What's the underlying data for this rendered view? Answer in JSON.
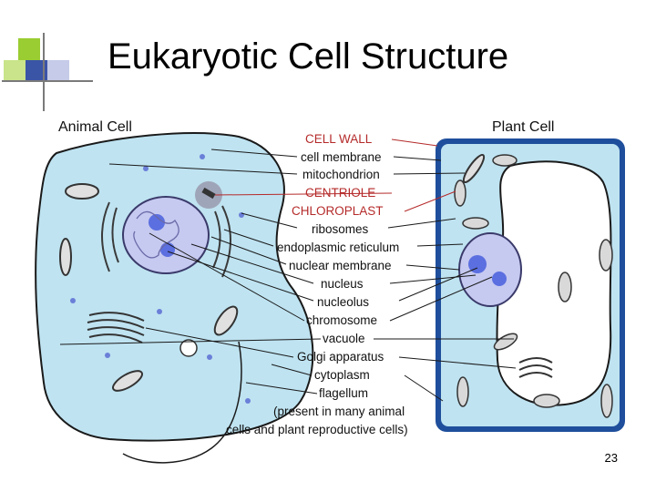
{
  "slide": {
    "title": "Eukaryotic Cell Structure",
    "page_number": "23"
  },
  "diagram": {
    "animal_header": "Animal Cell",
    "plant_header": "Plant Cell",
    "labels": [
      "CELL WALL",
      "cell membrane",
      "mitochondrion",
      "CENTRIOLE",
      "CHLOROPLAST",
      "ribosomes",
      "endoplasmic reticulum",
      "nuclear membrane",
      "nucleus",
      "nucleolus",
      "chromosome",
      "vacuole",
      "Golgi apparatus",
      "cytoplasm",
      "flagellum",
      "(present in many animal",
      "cells and plant reproductive cells)"
    ],
    "colors": {
      "cytoplasm": "#bfe3f1",
      "nucleus": "#c6c9f0",
      "plant_wall": "#1f4f9c",
      "plant_only_label": "#b52a2a",
      "accent_green": "#9acd32",
      "accent_blue": "#3a54a6"
    }
  }
}
